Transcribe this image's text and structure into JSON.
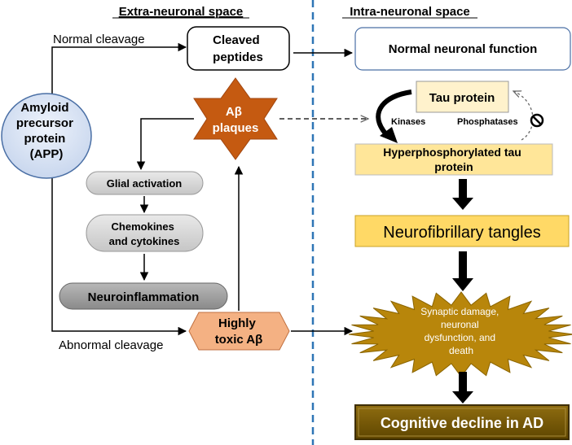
{
  "headers": {
    "left": "Extra-neuronal space",
    "right": "Intra-neuronal space"
  },
  "nodes": {
    "app": [
      "Amyloid",
      "precursor",
      "protein",
      "(APP)"
    ],
    "cleaved": [
      "Cleaved",
      "peptides"
    ],
    "normal_function": "Normal neuronal function",
    "abeta_plaques": [
      "Aβ",
      "plaques"
    ],
    "tau": "Tau protein",
    "kinases": "Kinases",
    "phosphatases": "Phosphatases",
    "hyper_tau": [
      "Hyperphosphorylated tau",
      "protein"
    ],
    "glial": "Glial activation",
    "chemo": [
      "Chemokines",
      "and cytokines"
    ],
    "neuroinflammation": "Neuroinflammation",
    "toxic": [
      "Highly",
      "toxic Aβ"
    ],
    "nft": "Neurofibrillary tangles",
    "synaptic": [
      "Synaptic damage,",
      "neuronal",
      "dysfunction, and",
      "death"
    ],
    "cognitive": "Cognitive decline in AD"
  },
  "edge_labels": {
    "normal_cleavage": "Normal cleavage",
    "abnormal_cleavage": "Abnormal cleavage"
  },
  "colors": {
    "divider": "#2e75b6",
    "app_fill": "#dae3f3",
    "star_fill": "#c55a11",
    "tau_fill": "#fff2cc",
    "hyper_fill": "#ffe699",
    "nft_fill": "#ffd966",
    "toxic_fill": "#f4b183",
    "burst_fill": "#b8860b",
    "cognitive_fill": "#7f6000"
  }
}
